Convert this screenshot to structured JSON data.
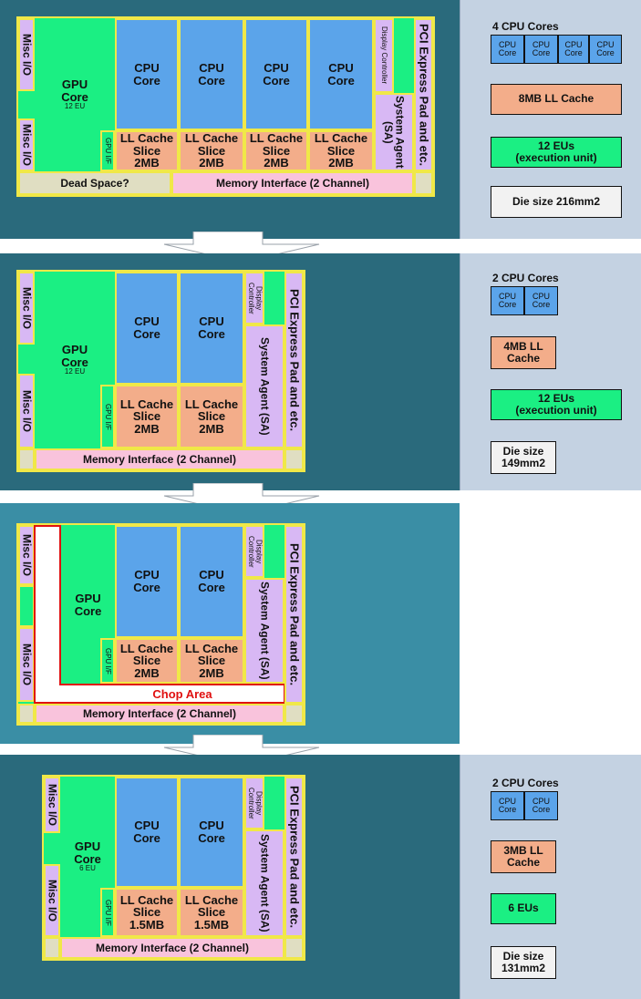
{
  "labels": {
    "misc_io": "Misc I/O",
    "gpu_if": "GPU I/F",
    "cpu_core": [
      "CPU",
      "Core"
    ],
    "display_controller": [
      "Display",
      "Controller"
    ],
    "system_agent": "System Agent (SA)",
    "system_agent_split": [
      "System Agent",
      "(SA)"
    ],
    "pci": "PCI Express Pad and etc.",
    "memory_interface": "Memory Interface (2 Channel)",
    "dead_space": "Dead Space?",
    "chop_area": "Chop Area",
    "llc_2mb": [
      "LL Cache",
      "Slice",
      "2MB"
    ],
    "llc_15mb": [
      "LL Cache",
      "Slice",
      "1.5MB"
    ],
    "gpu_core": [
      "GPU",
      "Core"
    ],
    "gpu_12eu": "12 EU",
    "gpu_6eu": "6 EU",
    "mini_cpu": [
      "CPU",
      "Core"
    ]
  },
  "legends": [
    {
      "cores_title": "4 CPU Cores",
      "cache": "8MB LL Cache",
      "eus": [
        "12 EUs",
        "(execution unit)"
      ],
      "die": "Die size 216mm2"
    },
    {
      "cores_title": "2 CPU Cores",
      "cache": [
        "4MB LL",
        "Cache"
      ],
      "eus": [
        "12 EUs",
        "(execution unit)"
      ],
      "die": [
        "Die size",
        "149mm2"
      ]
    },
    {
      "cores_title": "2 CPU Cores",
      "cache": [
        "3MB LL",
        "Cache"
      ],
      "eus": "6 EUs",
      "die": [
        "Die size",
        "131mm2"
      ]
    }
  ],
  "colors": {
    "cpu": "#5ba4ea",
    "llc": "#f3ad8a",
    "gpu": "#1bef83",
    "agent": "#d8b8f4",
    "memory": "#f9c3dc",
    "dead": "#e0dec2",
    "border": "#f0e848",
    "chop": "#e01010",
    "panel": "#2a6a7c",
    "panel_highlight": "#3a8ea5",
    "legend_bg": "#c4d2e2"
  }
}
